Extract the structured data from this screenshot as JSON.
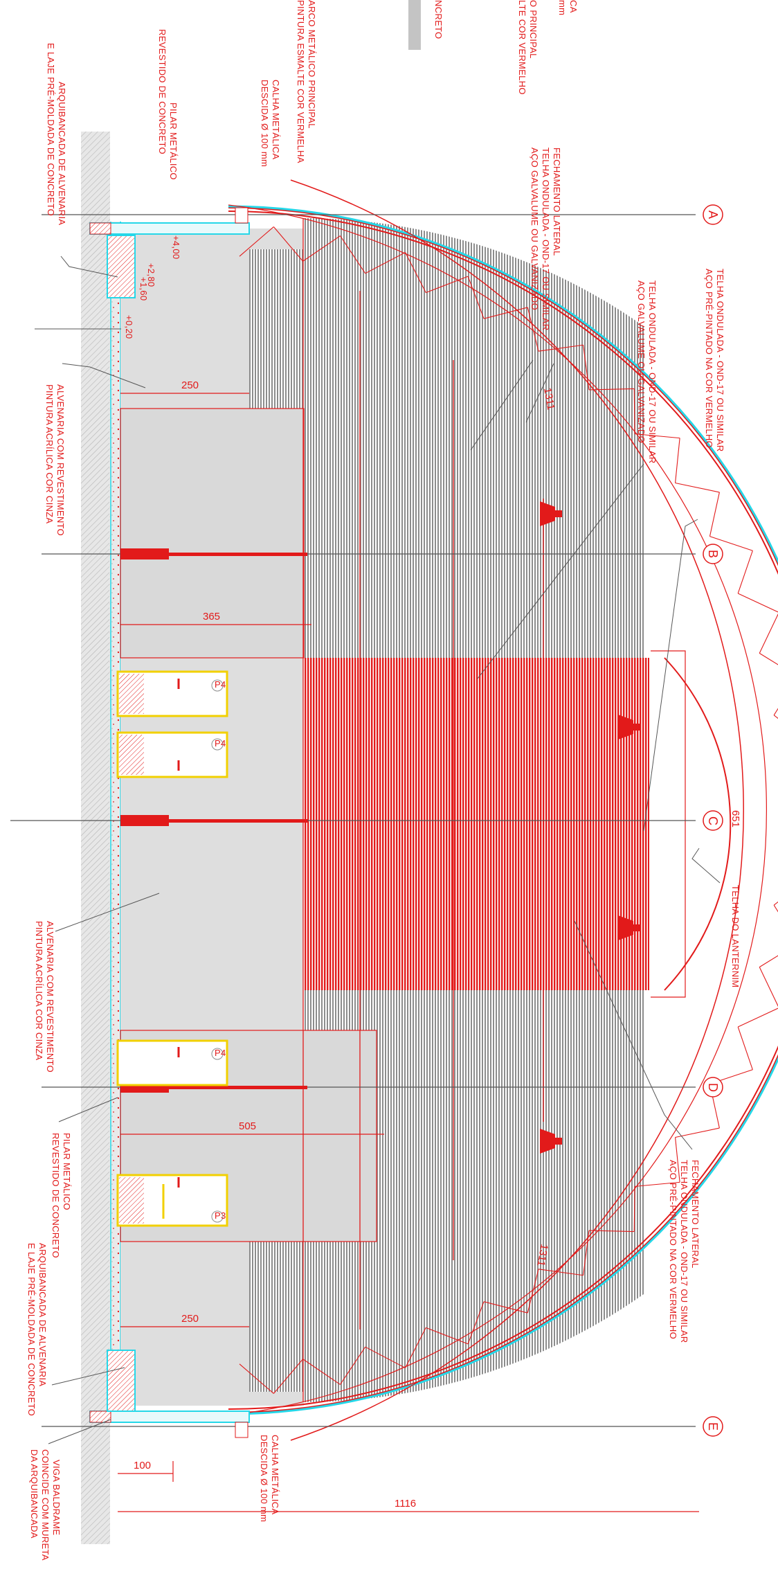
{
  "palette": {
    "line": "#e21a1a",
    "light_blue": "#25d7e8",
    "gray_fill": "#d9d9d9",
    "dark_gray": "#8c8c8c",
    "yellow": "#f2d000",
    "green": "#7fbf3f"
  },
  "axes": [
    "A",
    "B",
    "C",
    "D",
    "E"
  ],
  "top_legend": {
    "legend_1": "CA",
    "legend_2": "mm",
    "legend_3": "O PRINCIPAL",
    "legend_4": "LTE COR VERMELHO",
    "legend_5": "NCRETO"
  },
  "labels": {
    "arco_1": "ARCO METÁLICO PRINCIPAL",
    "arco_2": "PINTURA ESMALTE COR VERMELHA",
    "calha_top_1": "CALHA METÁLICA",
    "calha_top_2": "DESCIDA Ø 100 mm",
    "pilar_top_1": "PILAR METÁLICO",
    "pilar_top_2": "REVESTIDO DE CONCRETO",
    "arq_top_1": "ARQUIBANCADA DE ALVENARIA",
    "arq_top_2": "E LAJE PRÉ-MOLDADA DE CONCRETO",
    "fech_top_1": "FECHAMENTO LATERAL",
    "fech_top_2": "TELHA ONDULADA - OND-17 OU SIMILAR",
    "fech_top_3": "AÇO GALVALUME OU GALVANIZADO",
    "telha_top_1": "TELHA ONDULADA - OND-17 OU SIMILAR",
    "telha_top_2": "AÇO PRÉ-PINTADO NA COR VERMELHO",
    "telha_mid_1": "TELHA ONDULADA - OND-17 OU SIMILAR",
    "telha_mid_2": "AÇO GALVALUME OU GALVANIZADO",
    "alv_top_1": "ALVENARIA COM REVESTIMENTO",
    "alv_top_2": "PINTURA ACRÍLICA COR CINZA",
    "lanternim": "TELHA DO LANTERNIM",
    "alv_bot_1": "ALVENARIA COM REVESTIMENTO",
    "alv_bot_2": "PINTURA ACRÍLICA COR CINZA",
    "pilar_bot_1": "PILAR METÁLICO",
    "pilar_bot_2": "REVESTIDO DE CONCRETO",
    "fech_bot_1": "FECHAMENTO LATERAL",
    "fech_bot_2": "TELHA ONDULADA - OND-17 OU SIMILAR",
    "fech_bot_3": "AÇO PRÉ-PINTADO NA COR VERMELHO",
    "arq_bot_1": "ARQUIBANCADA DE ALVENARIA",
    "arq_bot_2": "E LAJE PRÉ-MOLDADA DE CONCRETO",
    "viga_1": "VIGA BALDRAME",
    "viga_2": "COINCIDE COM MURETA",
    "viga_3": "DA ARQUIBANCADA",
    "calha_bot_1": "CALHA METÁLICA",
    "calha_bot_2": "DESCIDA Ø 100 mm"
  },
  "dimensions": {
    "d250_top": "250",
    "d365": "365",
    "d505": "505",
    "d250_bot": "250",
    "d100": "100",
    "d1116": "1116",
    "arc_1311_top": "1311",
    "arc_651": "651",
    "arc_1311_bot": "1311"
  },
  "levels": {
    "lv1": "+4,00",
    "lv2": "+2,80",
    "lv3": "+1,60",
    "lv4": "+0,20"
  },
  "door_tags": [
    "P4",
    "P4",
    "P4",
    "P3"
  ]
}
